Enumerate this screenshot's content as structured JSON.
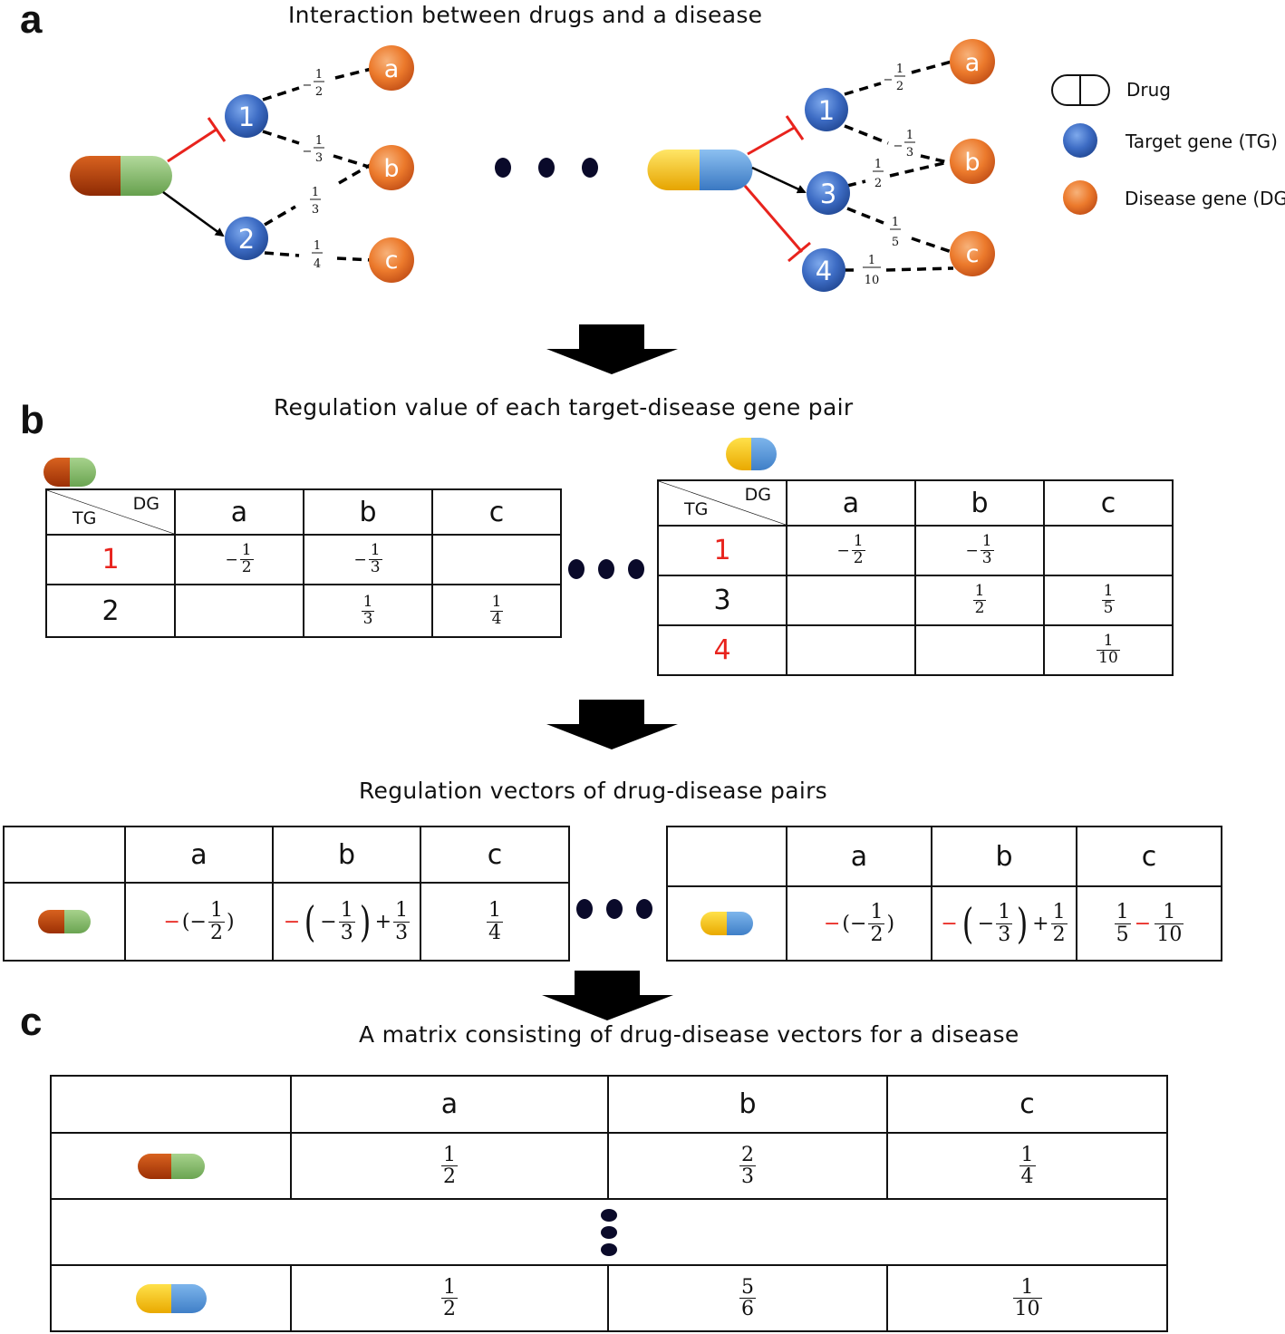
{
  "panel_a": {
    "letter": "a",
    "title": "Interaction between drugs and a disease",
    "legend": {
      "drug": "Drug",
      "target_gene": "Target gene (TG)",
      "disease_gene": "Disease gene (DG)"
    },
    "left_network": {
      "targets": [
        "1",
        "2"
      ],
      "diseases": [
        "a",
        "b",
        "c"
      ],
      "edges": [
        {
          "from": "1",
          "to": "a",
          "weight": "-1/2"
        },
        {
          "from": "1",
          "to": "b",
          "weight": "-1/3"
        },
        {
          "from": "2",
          "to": "b",
          "weight": "1/3"
        },
        {
          "from": "2",
          "to": "c",
          "weight": "1/4"
        }
      ],
      "drug_links": [
        {
          "to": "1",
          "type": "inhibit"
        },
        {
          "to": "2",
          "type": "activate"
        }
      ]
    },
    "right_network": {
      "targets": [
        "1",
        "3",
        "4"
      ],
      "diseases": [
        "a",
        "b",
        "c"
      ],
      "edges": [
        {
          "from": "1",
          "to": "a",
          "weight": "-1/2"
        },
        {
          "from": "1",
          "to": "b",
          "weight": "-1/3"
        },
        {
          "from": "3",
          "to": "b",
          "weight": "1/2"
        },
        {
          "from": "3",
          "to": "c",
          "weight": "1/5"
        },
        {
          "from": "4",
          "to": "c",
          "weight": "1/10"
        }
      ],
      "drug_links": [
        {
          "to": "1",
          "type": "inhibit"
        },
        {
          "to": "3",
          "type": "activate"
        },
        {
          "to": "4",
          "type": "inhibit"
        }
      ]
    }
  },
  "panel_b": {
    "letter": "b",
    "title": "Regulation value of each target-disease gene pair",
    "corner_dg": "DG",
    "corner_tg": "TG",
    "columns": [
      "a",
      "b",
      "c"
    ],
    "left_rows": [
      {
        "tg": "1",
        "tg_color": "red",
        "values": [
          "-1/2",
          "-1/3",
          ""
        ]
      },
      {
        "tg": "2",
        "tg_color": "black",
        "values": [
          "",
          "1/3",
          "1/4"
        ]
      }
    ],
    "right_rows": [
      {
        "tg": "1",
        "tg_color": "red",
        "values": [
          "-1/2",
          "-1/3",
          ""
        ]
      },
      {
        "tg": "3",
        "tg_color": "black",
        "values": [
          "",
          "1/2",
          "1/5"
        ]
      },
      {
        "tg": "4",
        "tg_color": "red",
        "values": [
          "",
          "",
          "1/10"
        ]
      }
    ]
  },
  "vectors": {
    "title": "Regulation vectors of drug-disease pairs",
    "columns": [
      "a",
      "b",
      "c"
    ],
    "left_values": [
      "−(−1/2)",
      "−(−1/3)+1/3",
      "1/4"
    ],
    "right_values": [
      "−(−1/2)",
      "−(−1/3)+1/2",
      "1/5 − 1/10"
    ]
  },
  "panel_c": {
    "letter": "c",
    "title": "A matrix consisting of drug-disease vectors for a disease",
    "columns": [
      "a",
      "b",
      "c"
    ],
    "rows": [
      {
        "drug": "red-green capsule",
        "values": [
          "1/2",
          "2/3",
          "1/4"
        ]
      },
      {
        "drug": "yellow-blue capsule",
        "values": [
          "1/2",
          "5/6",
          "1/10"
        ]
      }
    ]
  },
  "colors": {
    "target_gene": "#3d6cc4",
    "disease_gene": "#ec7a2c",
    "inhibit": "#e8231d",
    "highlight_text": "#e8231d",
    "arrow": "#000000"
  }
}
